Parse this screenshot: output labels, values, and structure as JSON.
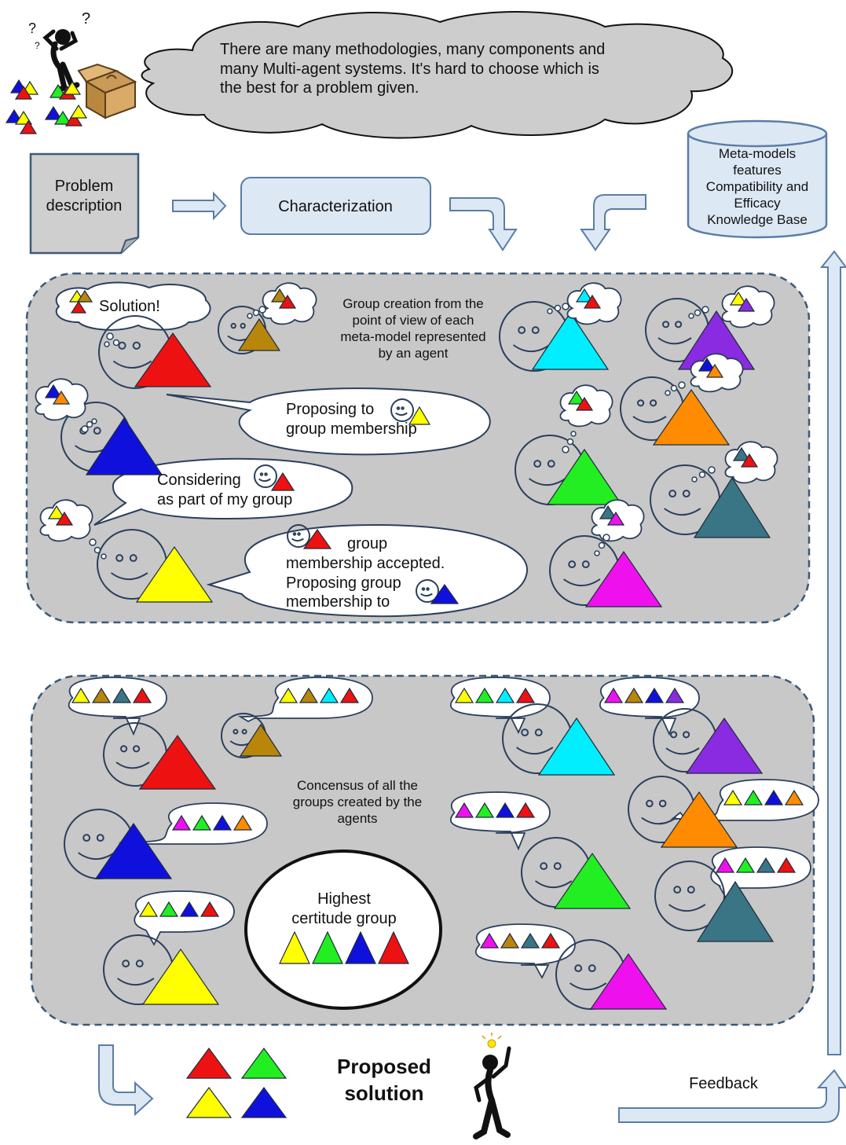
{
  "intro_cloud": {
    "lines": [
      "There are many methodologies, many components and",
      "many Multi-agent systems. It's hard to choose which is",
      "the best for a problem given."
    ]
  },
  "flow": {
    "problem_box": [
      "Problem",
      "description"
    ],
    "characterization_label": "Characterization",
    "knowledge_base": [
      "Meta-models",
      "features",
      "Compatibility and",
      "Efficacy",
      "Knowledge Base"
    ]
  },
  "group_creation": {
    "caption": [
      "Group creation from the",
      "point of view of each",
      "meta-model represented",
      "by an agent"
    ],
    "solution_label": "Solution!",
    "proposing_bubble": [
      "Proposing to",
      "group membership"
    ],
    "considering_bubble": [
      "Considering",
      "as part of my group"
    ],
    "accepted_bubble": [
      "group",
      "membership accepted.",
      "Proposing group",
      "membership to"
    ]
  },
  "consensus": {
    "caption": [
      "Concensus of all the",
      "groups created by the",
      "agents"
    ],
    "highest_label": [
      "Highest",
      "certitude group"
    ]
  },
  "result": {
    "proposed_solution": [
      "Proposed",
      "solution"
    ],
    "feedback_label": "Feedback"
  },
  "colors": {
    "red": "#ee1111",
    "yellow": "#ffff00",
    "blue": "#1010dd",
    "ocher": "#b8860b",
    "cyan": "#00eeff",
    "purple": "#8a2be2",
    "orange": "#ff8c00",
    "green": "#22ee22",
    "teal": "#3a7585",
    "magenta": "#ee11ee",
    "panel_fill": "#c8c8c8",
    "panel_border": "#3b5a78",
    "flow_fill": "#dde8f5",
    "flow_stroke": "#5a7da6",
    "line_stroke": "#2b3f5c"
  },
  "icons": [
    "thinking-stick-figure-icon",
    "open-box-icon",
    "smiley-face-icon",
    "triangle-icon",
    "thought-cloud-icon",
    "speech-bubble-icon",
    "database-icon",
    "arrow-icon",
    "idea-stick-figure-icon",
    "lightbulb-icon"
  ]
}
